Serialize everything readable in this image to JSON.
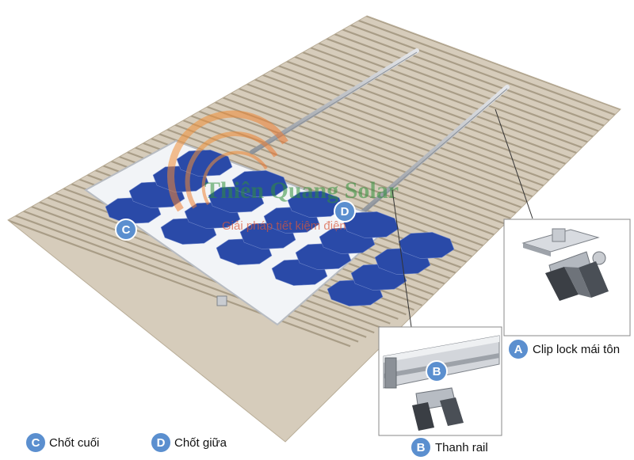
{
  "callouts": {
    "a": {
      "letter": "A",
      "label": "Clip lock mái tôn"
    },
    "b": {
      "letter": "B",
      "label": "Thanh rail"
    },
    "c": {
      "letter": "C",
      "label": "Chốt cuối"
    },
    "d": {
      "letter": "D",
      "label": "Chốt giữa"
    }
  },
  "watermark": {
    "title": "Thiên Quang Solar",
    "subtitle": "Giải pháp tiết kiệm điện"
  },
  "colors": {
    "badge": "#5b8fcf",
    "roof_light": "#d6ccbb",
    "roof_dark": "#b4a892",
    "panel_cell": "#2a4aa8",
    "rail": "#b8bcc2"
  }
}
